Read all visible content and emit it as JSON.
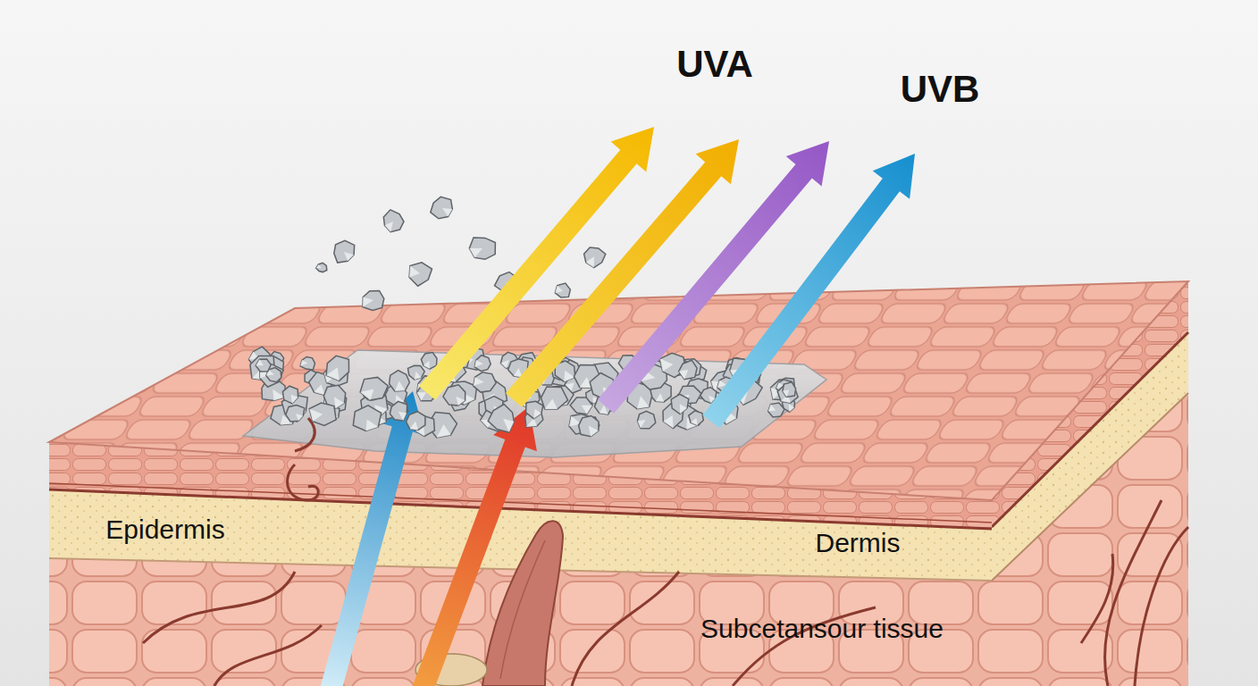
{
  "diagram": {
    "labels": [
      "UVA",
      "UVB",
      "Epidermis",
      "Dermis",
      "Subcetansour tissue"
    ]
  }
}
